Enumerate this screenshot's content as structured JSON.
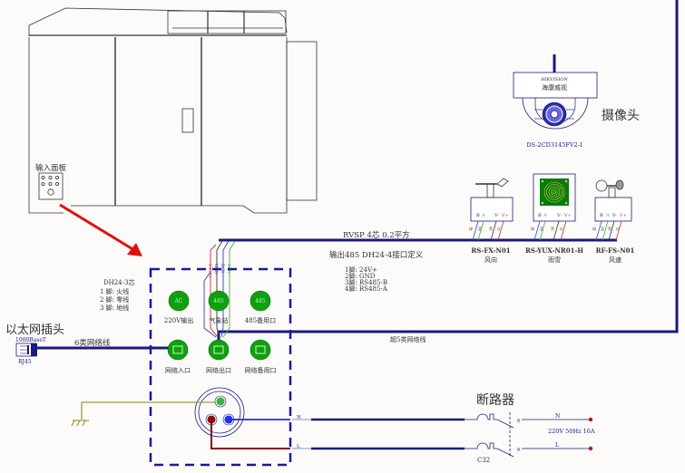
{
  "cabinet": {
    "input_panel_label": "输入面板"
  },
  "camera": {
    "brand": "HIKVISION",
    "brand_cn": "海康威视",
    "model": "DS-2CD3145FV2-I",
    "title": "摄像头"
  },
  "cables": {
    "rvsp": "RVSP 4芯 0.2平方",
    "cat6": "6类网络线",
    "cat5e": "超5类网络线"
  },
  "rs485_definition": {
    "title": "输出485 DH24-4接口定义",
    "pins": [
      "1脚:  24V+",
      "2脚: GND",
      "3脚: RS485-B",
      "4脚: RS485-A"
    ],
    "wire_labels": [
      "V+(1)",
      "G(2)",
      "B(3)",
      "A(4)"
    ]
  },
  "power_plug": {
    "title": "DH24-3芯",
    "pins": [
      "1 脚: 火线",
      "2 脚: 零线",
      "3 脚: 地线"
    ]
  },
  "ethernet": {
    "title": "以太网插头",
    "spec": "1000BaseT",
    "connector": "RJ45"
  },
  "ports": [
    {
      "symbol": "AC",
      "label": "220V输出"
    },
    {
      "symbol": "485",
      "label": "气象站"
    },
    {
      "symbol": "485",
      "label": "485备用口"
    },
    {
      "symbol": "net",
      "label": "网络入口"
    },
    {
      "symbol": "net",
      "label": "网络出口"
    },
    {
      "symbol": "net",
      "label": "网络备用口"
    }
  ],
  "sensors": [
    {
      "model": "RS-FX-N01",
      "name": "风向",
      "terminals": [
        "B",
        "A",
        "V-",
        "V+"
      ],
      "wires": [
        "绿",
        "蓝",
        "黑",
        "红"
      ]
    },
    {
      "model": "RS-YUX-NR01-H",
      "name": "雨雪",
      "terminals": [
        "B",
        "A",
        "V-",
        "V+"
      ],
      "wires": [
        "绿",
        "蓝",
        "黑",
        "红"
      ]
    },
    {
      "model": "RF-FS-N01",
      "name": "风速",
      "terminals": [
        "B",
        "A",
        "V-",
        "V+"
      ],
      "wires": [
        "绿",
        "蓝",
        "黑",
        "红"
      ]
    }
  ],
  "breaker": {
    "title": "断路器",
    "model": "C32",
    "n_label": "N",
    "l_label": "L",
    "supply": "220V 50Hz 16A"
  },
  "colors": {
    "bus": "#1a1a80",
    "port_green": "#0ea10e",
    "arrow_red": "#e01010",
    "neutral_blue": "#1a2cff",
    "live_red": "#8b0a0a",
    "earth": "#a09a40",
    "wire_green": "#3cb43c"
  }
}
